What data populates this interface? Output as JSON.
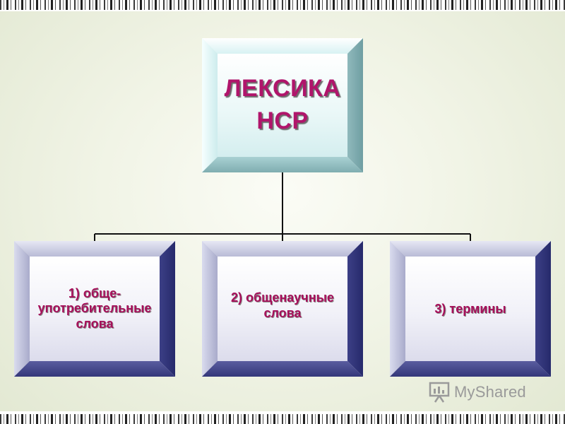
{
  "diagram": {
    "root": {
      "line1": "ЛЕКСИКА",
      "line2": "НСР"
    },
    "children": [
      {
        "lines": [
          "1)  обще-",
          "употребительные",
          "слова"
        ]
      },
      {
        "lines": [
          "2) общенаучные",
          "слова"
        ]
      },
      {
        "lines": [
          "3) термины"
        ]
      }
    ]
  },
  "watermark": {
    "text": "MyShared",
    "icon": "presentation-board-icon"
  },
  "colors": {
    "text": "#a60f5a",
    "root_frame": "#bfe6e8",
    "child_frame": "#34377a"
  }
}
